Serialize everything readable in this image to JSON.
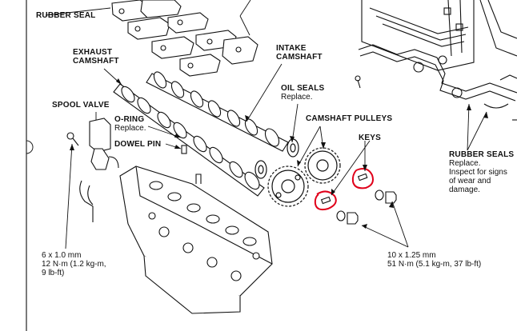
{
  "labels": {
    "rubber_seal_left": "RUBBER SEAL",
    "exhaust_camshaft": [
      "EXHAUST",
      "CAMSHAFT"
    ],
    "intake_camshaft": [
      "INTAKE",
      "CAMSHAFT"
    ],
    "oil_seals": {
      "title": "OIL SEALS",
      "note": "Replace."
    },
    "spool_valve": "SPOOL VALVE",
    "o_ring": {
      "title": "O-RING",
      "note": "Replace."
    },
    "dowel_pin": "DOWEL PIN",
    "camshaft_pulleys": "CAMSHAFT PULLEYS",
    "keys": "KEYS",
    "rubber_seals_right": {
      "title": "RUBBER SEALS",
      "notes": [
        "Replace.",
        "Inspect for signs",
        "of wear and",
        "damage."
      ]
    },
    "bolt_small": [
      "6 x 1.0 mm",
      "12 N·m (1.2 kg-m,",
      "9 lb-ft)"
    ],
    "bolt_large": [
      "10 x 1.25 mm",
      "51 N·m (5.1 kg-m, 37 lb-ft)"
    ]
  },
  "colors": {
    "line": "#111111",
    "highlight": "#e0001a"
  }
}
